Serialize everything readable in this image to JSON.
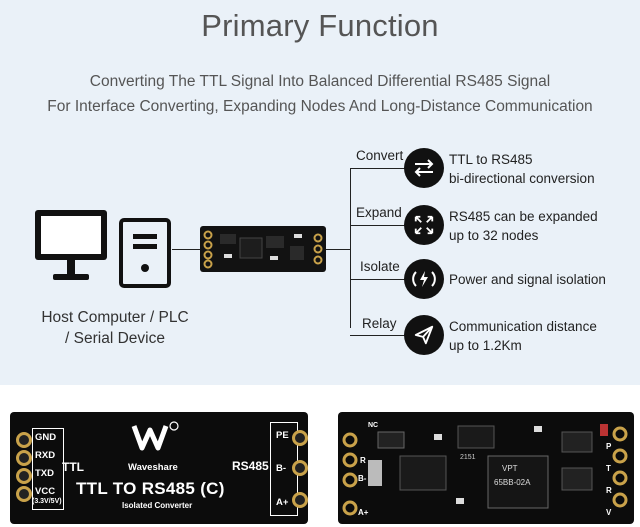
{
  "title": "Primary Function",
  "subtitle_line1": "Converting The TTL Signal Into Balanced Differential RS485 Signal",
  "subtitle_line2": "For Interface Converting, Expanding Nodes And Long-Distance Communication",
  "host_label_line1": "Host Computer / PLC",
  "host_label_line2": "/ Serial Device",
  "features": [
    {
      "label": "Convert",
      "icon": "convert-arrows-icon",
      "line1": "TTL to RS485",
      "line2": "bi-directional conversion"
    },
    {
      "label": "Expand",
      "icon": "expand-arrows-icon",
      "line1": "RS485 can be expanded",
      "line2": "up to 32 nodes"
    },
    {
      "label": "Isolate",
      "icon": "isolation-icon",
      "line1": "Power and signal isolation",
      "line2": ""
    },
    {
      "label": "Relay",
      "icon": "relay-send-icon",
      "line1": "Communication distance",
      "line2": "up to 1.2Km"
    }
  ],
  "board_front": {
    "pins_left": [
      "GND",
      "RXD",
      "TXD",
      "VCC"
    ],
    "vcc_note": "(3.3V/5V)",
    "ttl_label": "TTL",
    "brand": "Waveshare",
    "product": "TTL TO RS485 (C)",
    "product_sub": "Isolated Converter",
    "rs485_label": "RS485",
    "pins_right": [
      "PE",
      "B-",
      "A+"
    ]
  },
  "board_back": {
    "chip1": "2151",
    "chip2": "VPT",
    "chip3": "65BB-02A",
    "pins_left": [
      "NC",
      "R",
      "B-",
      "A+"
    ],
    "pins_right": [
      "P",
      "T",
      "R",
      "V"
    ]
  },
  "colors": {
    "top_bg": "#eaf1f8",
    "board": "#0c0c0c",
    "pad": "#c9a24a",
    "icon_bg": "#111111"
  }
}
